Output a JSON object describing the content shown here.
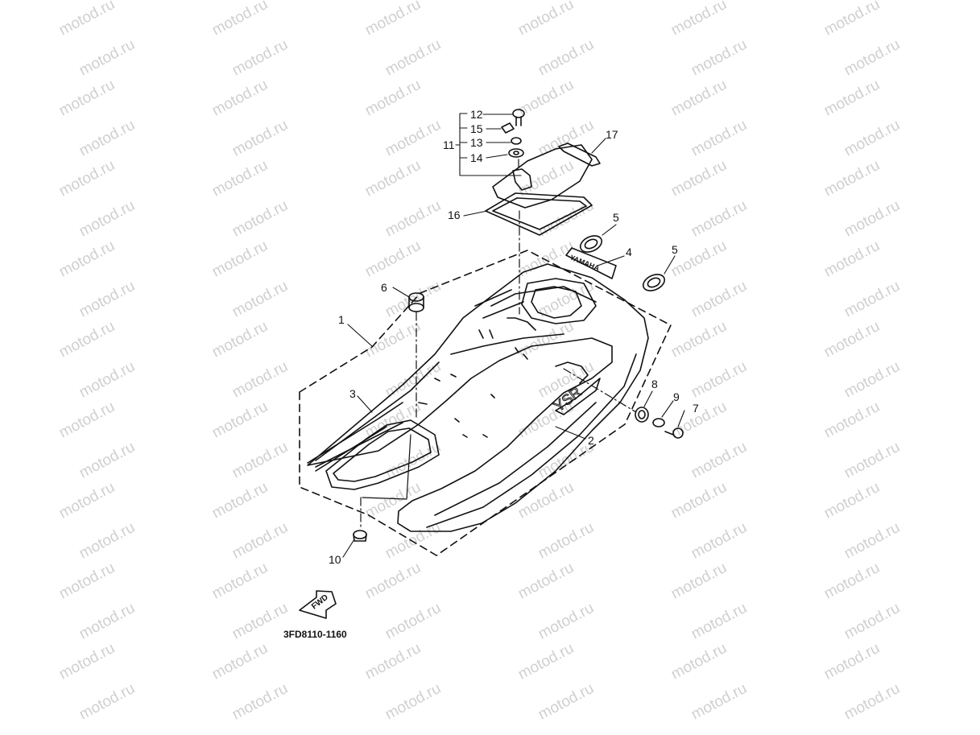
{
  "watermark": "motod.ru",
  "diagram_code": "3FD8110-1160",
  "fwd_label": "FWD",
  "decal_text": "YSR",
  "emblem_text": "YAMAHA",
  "callouts": {
    "c1": "1",
    "c2": "2",
    "c3": "3",
    "c4": "4",
    "c5a": "5",
    "c5b": "5",
    "c6": "6",
    "c7": "7",
    "c8": "8",
    "c9": "9",
    "c10": "10",
    "c11": "11",
    "c12": "12",
    "c13": "13",
    "c14": "14",
    "c15": "15",
    "c16": "16",
    "c17": "17"
  },
  "colors": {
    "ink": "#111111",
    "watermark": "#d0d0d0",
    "background": "#ffffff"
  }
}
